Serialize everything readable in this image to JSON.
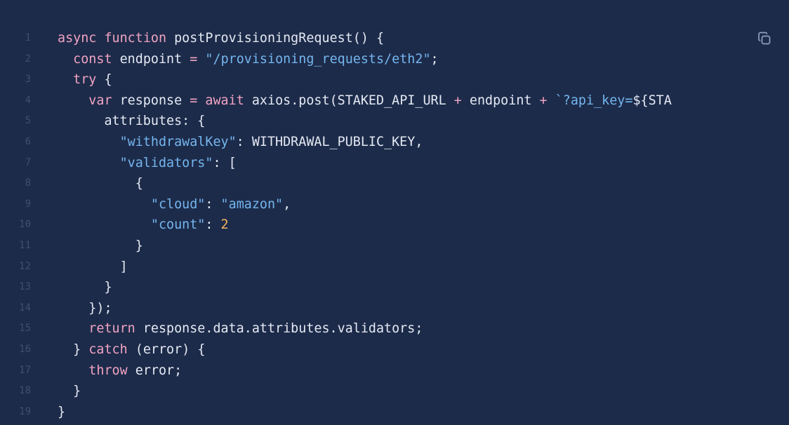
{
  "colors": {
    "background": "#1d2b4a",
    "line_number": "#3e4f72",
    "keyword": "#f0a3c2",
    "string": "#74b6ef",
    "number": "#f2b35f",
    "plain": "#e4e9f3"
  },
  "copy_button": {
    "icon": "copy-icon"
  },
  "lines": [
    {
      "n": "1",
      "indent": "",
      "tokens": [
        {
          "t": "kw",
          "v": "async"
        },
        {
          "t": "plain",
          "v": " "
        },
        {
          "t": "kw",
          "v": "function"
        },
        {
          "t": "plain",
          "v": " postProvisioningRequest() {"
        }
      ]
    },
    {
      "n": "2",
      "indent": "  ",
      "tokens": [
        {
          "t": "kw",
          "v": "const"
        },
        {
          "t": "plain",
          "v": " endpoint "
        },
        {
          "t": "kw",
          "v": "="
        },
        {
          "t": "plain",
          "v": " "
        },
        {
          "t": "str",
          "v": "\"/provisioning_requests/eth2\""
        },
        {
          "t": "plain",
          "v": ";"
        }
      ]
    },
    {
      "n": "3",
      "indent": "  ",
      "tokens": [
        {
          "t": "kw",
          "v": "try"
        },
        {
          "t": "plain",
          "v": " {"
        }
      ]
    },
    {
      "n": "4",
      "indent": "    ",
      "tokens": [
        {
          "t": "kw",
          "v": "var"
        },
        {
          "t": "plain",
          "v": " response "
        },
        {
          "t": "kw",
          "v": "="
        },
        {
          "t": "plain",
          "v": " "
        },
        {
          "t": "kw",
          "v": "await"
        },
        {
          "t": "plain",
          "v": " axios.post(STAKED_API_URL "
        },
        {
          "t": "kw",
          "v": "+"
        },
        {
          "t": "plain",
          "v": " endpoint "
        },
        {
          "t": "kw",
          "v": "+"
        },
        {
          "t": "plain",
          "v": " "
        },
        {
          "t": "str",
          "v": "`?api_key="
        },
        {
          "t": "plain",
          "v": "${STA"
        }
      ]
    },
    {
      "n": "5",
      "indent": "      ",
      "tokens": [
        {
          "t": "plain",
          "v": "attributes: {"
        }
      ]
    },
    {
      "n": "6",
      "indent": "        ",
      "tokens": [
        {
          "t": "str",
          "v": "\"withdrawalKey\""
        },
        {
          "t": "plain",
          "v": ": WITHDRAWAL_PUBLIC_KEY,"
        }
      ]
    },
    {
      "n": "7",
      "indent": "        ",
      "tokens": [
        {
          "t": "str",
          "v": "\"validators\""
        },
        {
          "t": "plain",
          "v": ": ["
        }
      ]
    },
    {
      "n": "8",
      "indent": "          ",
      "tokens": [
        {
          "t": "plain",
          "v": "{"
        }
      ]
    },
    {
      "n": "9",
      "indent": "            ",
      "tokens": [
        {
          "t": "str",
          "v": "\"cloud\""
        },
        {
          "t": "plain",
          "v": ": "
        },
        {
          "t": "str",
          "v": "\"amazon\""
        },
        {
          "t": "plain",
          "v": ","
        }
      ]
    },
    {
      "n": "10",
      "indent": "            ",
      "tokens": [
        {
          "t": "str",
          "v": "\"count\""
        },
        {
          "t": "plain",
          "v": ": "
        },
        {
          "t": "num",
          "v": "2"
        }
      ]
    },
    {
      "n": "11",
      "indent": "          ",
      "tokens": [
        {
          "t": "plain",
          "v": "}"
        }
      ]
    },
    {
      "n": "12",
      "indent": "        ",
      "tokens": [
        {
          "t": "plain",
          "v": "]"
        }
      ]
    },
    {
      "n": "13",
      "indent": "      ",
      "tokens": [
        {
          "t": "plain",
          "v": "}"
        }
      ]
    },
    {
      "n": "14",
      "indent": "    ",
      "tokens": [
        {
          "t": "plain",
          "v": "});"
        }
      ]
    },
    {
      "n": "15",
      "indent": "    ",
      "tokens": [
        {
          "t": "kw",
          "v": "return"
        },
        {
          "t": "plain",
          "v": " response.data.attributes.validators;"
        }
      ]
    },
    {
      "n": "16",
      "indent": "  ",
      "tokens": [
        {
          "t": "plain",
          "v": "} "
        },
        {
          "t": "kw",
          "v": "catch"
        },
        {
          "t": "plain",
          "v": " (error) {"
        }
      ]
    },
    {
      "n": "17",
      "indent": "    ",
      "tokens": [
        {
          "t": "kw",
          "v": "throw"
        },
        {
          "t": "plain",
          "v": " error;"
        }
      ]
    },
    {
      "n": "18",
      "indent": "  ",
      "tokens": [
        {
          "t": "plain",
          "v": "}"
        }
      ]
    },
    {
      "n": "19",
      "indent": "",
      "tokens": [
        {
          "t": "plain",
          "v": "}"
        }
      ]
    }
  ]
}
